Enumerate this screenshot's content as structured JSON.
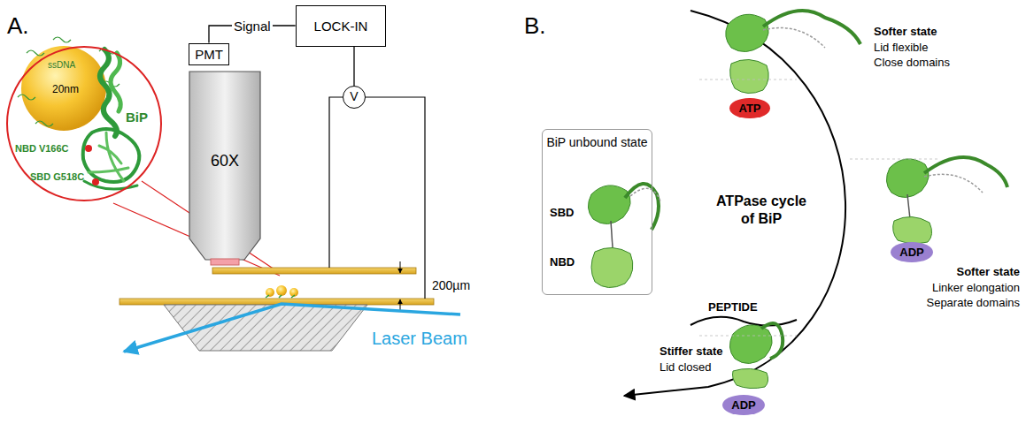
{
  "diagram": {
    "nodes": [
      {
        "text": [
          "ssDNA",
          "20nm",
          "BiP",
          "NBD V166C",
          "SBD G518C"
        ]
      },
      {
        "text": [
          "PMT"
        ]
      },
      {
        "text": [
          "LOCK-IN"
        ]
      },
      {
        "text": [
          "60X"
        ]
      },
      {
        "text": [
          "V"
        ]
      },
      {
        "text": [
          "BiP unbound state",
          "SBD",
          "NBD"
        ]
      },
      {
        "text": [
          "ATP"
        ]
      },
      {
        "text": [
          "ADP"
        ]
      },
      {
        "text": [
          "ADP"
        ]
      }
    ],
    "edges": [
      {
        "from": 1,
        "to": 2,
        "label": "Signal",
        "arrow": "none"
      },
      {
        "from": 2,
        "to": 4,
        "arrow": "none"
      }
    ],
    "labels": [
      "A.",
      "200µm",
      "Laser Beam",
      "B.",
      "Softer state",
      "Lid flexible",
      "Close domains",
      "ATPase cycle of BiP",
      "Softer state",
      "Linker elongation",
      "Separate domains",
      "PEPTIDE",
      "Stiffer state",
      "Lid closed"
    ]
  }
}
